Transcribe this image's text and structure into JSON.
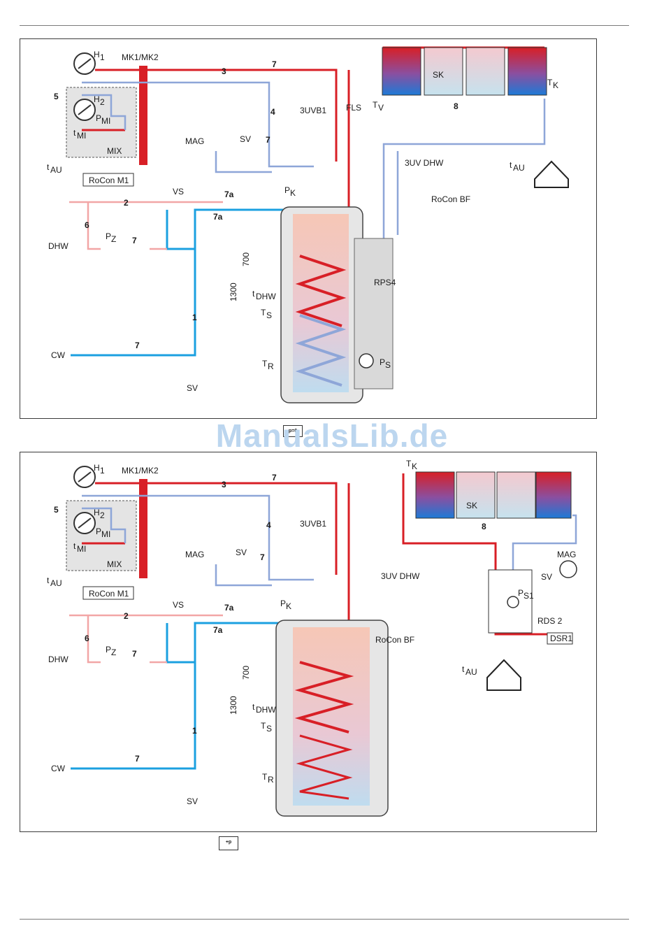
{
  "watermark": "ManualsLib.de",
  "symbol_top": "p=0",
  "symbol_bottom": "+p",
  "diagrams": [
    {
      "labels": {
        "h1": "H",
        "h1_sub": "1",
        "h2": "H",
        "h2_sub": "2",
        "mk": "MK1/MK2",
        "pmi": "P",
        "pmi_sub": "MI",
        "tmi": "t",
        "tmi_sub": "MI",
        "mix": "MIX",
        "tau_left": "t",
        "tau_left_sub": "AU",
        "rocon_m1": "RoCon M1",
        "n5": "5",
        "n3": "3",
        "n7a": "7",
        "n4": "4",
        "n7b": "7",
        "mag": "MAG",
        "sv_top": "SV",
        "uvb1": "3UVB1",
        "uvdhw": "3UV DHW",
        "pk": "P",
        "pk_sub": "K",
        "vs": "VS",
        "n7c": "7a",
        "n7d": "7a",
        "n2": "2",
        "n6": "6",
        "pz": "P",
        "pz_sub": "Z",
        "n7e": "7",
        "dhw": "DHW",
        "dim700": "700",
        "dim1300": "1300",
        "tdhw": "t",
        "tdhw_sub": "DHW",
        "ts": "T",
        "ts_sub": "S",
        "tr": "T",
        "tr_sub": "R",
        "n1": "1",
        "cw": "CW",
        "n7f": "7",
        "sv_bottom": "SV",
        "rocon_bf": "RoCon BF",
        "sk": "SK",
        "n8": "8",
        "tk": "T",
        "tk_sub": "K",
        "fls": "FLS",
        "tv": "T",
        "tv_sub": "V",
        "tau_house": "t",
        "tau_house_sub": "AU",
        "rps4": "RPS4",
        "ps": "P",
        "ps_sub": "S"
      }
    },
    {
      "labels": {
        "h1": "H",
        "h1_sub": "1",
        "h2": "H",
        "h2_sub": "2",
        "mk": "MK1/MK2",
        "pmi": "P",
        "pmi_sub": "MI",
        "tmi": "t",
        "tmi_sub": "MI",
        "mix": "MIX",
        "tau_left": "t",
        "tau_left_sub": "AU",
        "rocon_m1": "RoCon M1",
        "n5": "5",
        "n3": "3",
        "n7a": "7",
        "n4": "4",
        "n7b": "7",
        "mag": "MAG",
        "sv_top": "SV",
        "uvb1": "3UVB1",
        "uvdhw": "3UV DHW",
        "pk": "P",
        "pk_sub": "K",
        "vs": "VS",
        "n7c": "7a",
        "n7d": "7a",
        "n2": "2",
        "n6": "6",
        "pz": "P",
        "pz_sub": "Z",
        "n7e": "7",
        "dhw": "DHW",
        "dim700": "700",
        "dim1300": "1300",
        "tdhw": "t",
        "tdhw_sub": "DHW",
        "ts": "T",
        "ts_sub": "S",
        "tr": "T",
        "tr_sub": "R",
        "n1": "1",
        "cw": "CW",
        "n7f": "7",
        "sv_bottom": "SV",
        "rocon_bf": "RoCon BF",
        "sk": "SK",
        "n8": "8",
        "tk": "T",
        "tk_sub": "K",
        "mag_solar": "MAG",
        "sv_solar": "SV",
        "ps1": "P",
        "ps1_sub": "S1",
        "rds2": "RDS 2",
        "dsr1": "DSR1",
        "tau_house": "t",
        "tau_house_sub": "AU"
      }
    }
  ],
  "colors": {
    "hot": "#d81f26",
    "hot_light": "#f2a6a6",
    "cold": "#1ba0e0",
    "return": "#8ea6d8",
    "tank_fill": "#f4d3c6",
    "panel_grey": "#e4e4e4"
  }
}
